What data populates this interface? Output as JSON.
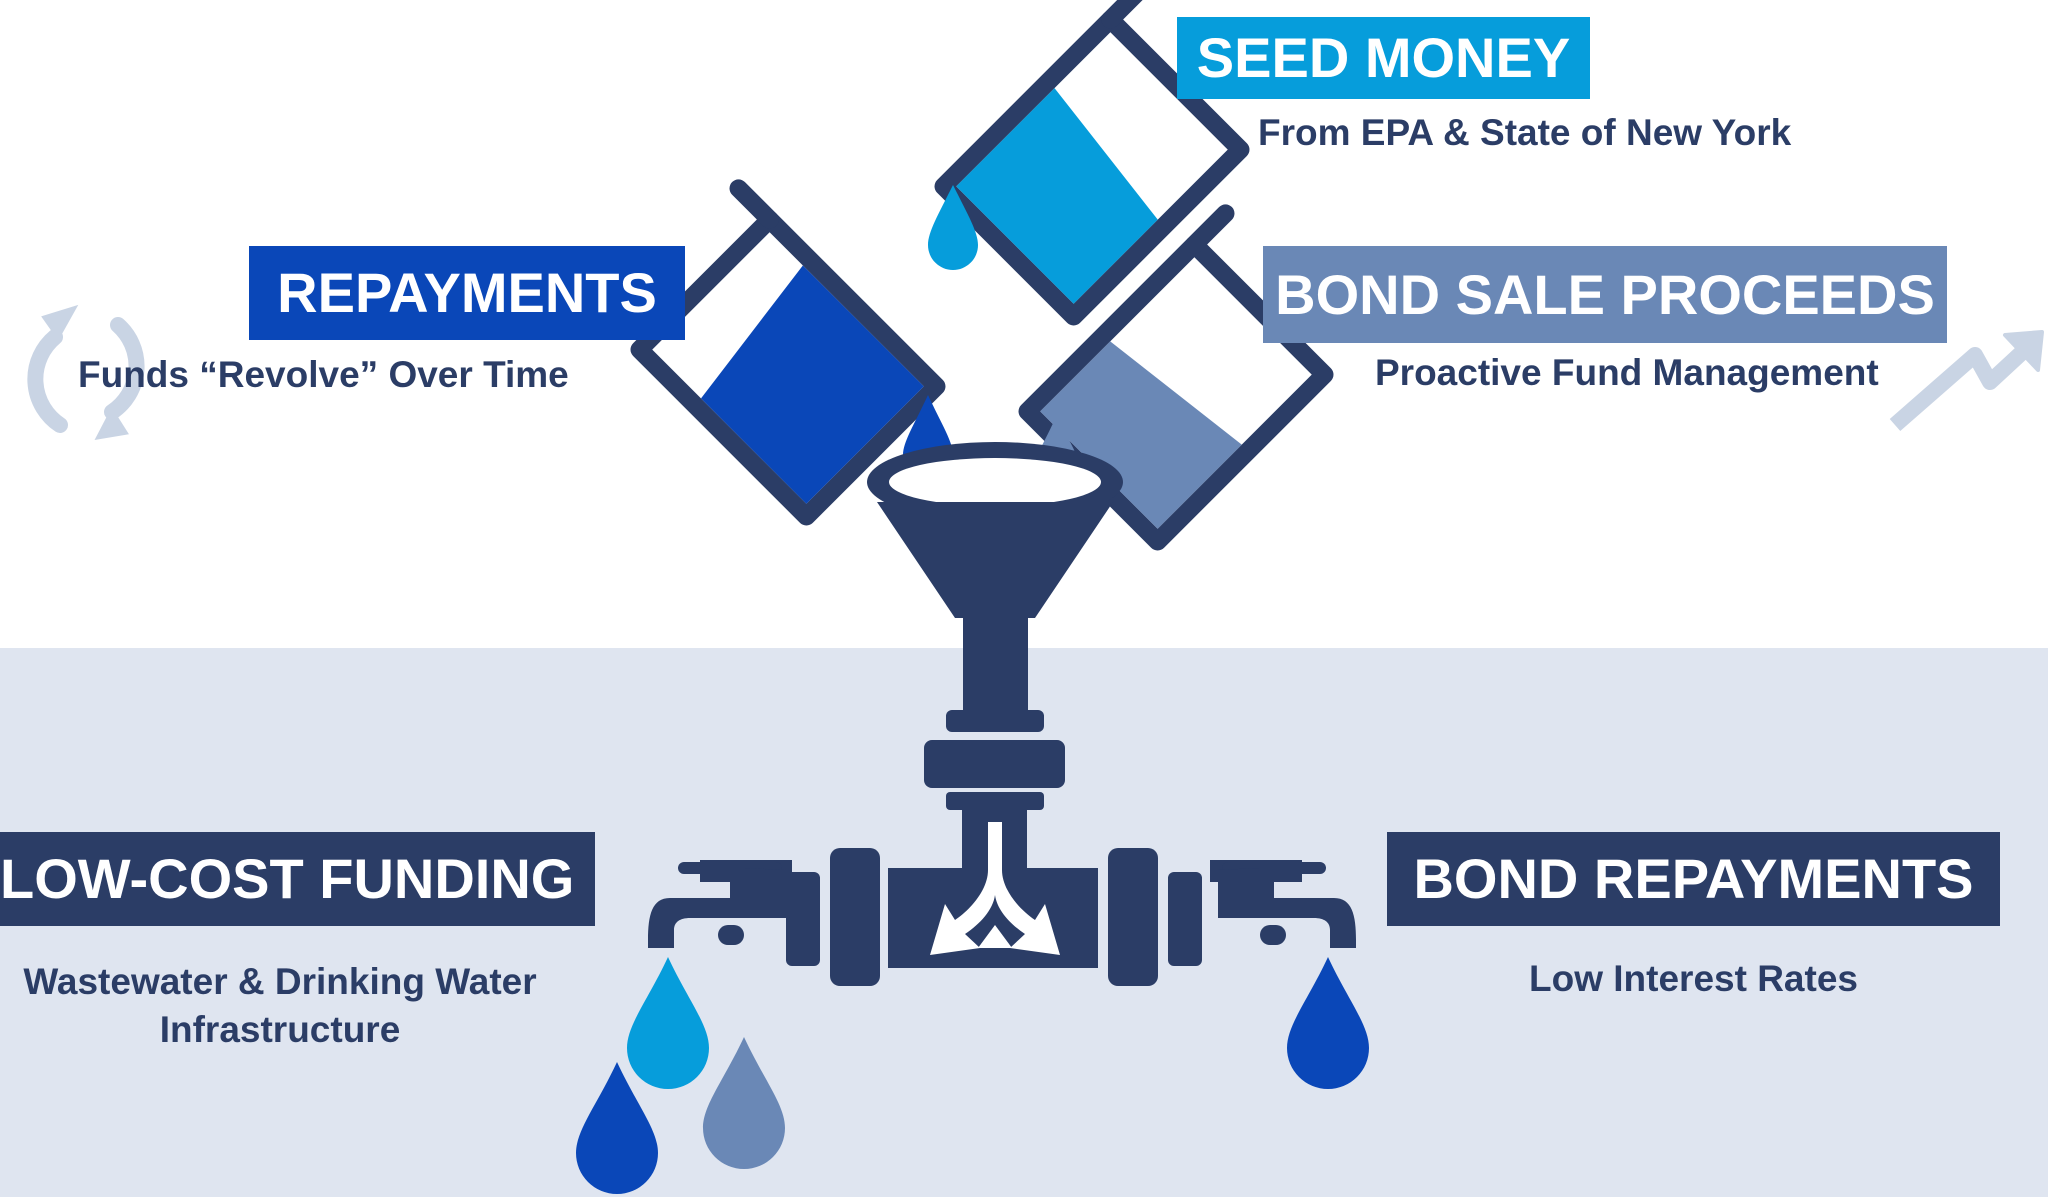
{
  "colors": {
    "background_top": "#ffffff",
    "background_bottom": "#dfe5f0",
    "navy": "#2b3d66",
    "seed_blue": "#069ddb",
    "repay_blue": "#0a47b8",
    "bond_slate": "#6a88b6",
    "icon_light": "#c9d4e4",
    "label_text": "#ffffff",
    "subtext": "#2b3d66"
  },
  "icons": {
    "revolve": "circular-arrows-icon",
    "growth": "trending-up-arrow-icon",
    "seed_beaker": "pouring-beaker-icon",
    "repay_beaker": "pouring-beaker-icon",
    "bond_beaker": "pouring-beaker-icon",
    "funnel": "funnel-icon",
    "pipe": "pipe-icon",
    "faucet_left": "faucet-icon",
    "faucet_right": "faucet-icon",
    "drop": "water-drop-icon"
  },
  "sources": {
    "seed": {
      "title": "SEED MONEY",
      "subtitle": "From EPA & State of New York"
    },
    "repayments": {
      "title": "REPAYMENTS",
      "subtitle": "Funds “Revolve” Over Time"
    },
    "bond_sale": {
      "title": "BOND SALE PROCEEDS",
      "subtitle": "Proactive Fund Management"
    }
  },
  "outputs": {
    "low_cost": {
      "title": "LOW-COST FUNDING",
      "subtitle_line1": "Wastewater & Drinking Water",
      "subtitle_line2": "Infrastructure"
    },
    "bond_repayments": {
      "title": "BOND REPAYMENTS",
      "subtitle": "Low Interest Rates"
    }
  }
}
